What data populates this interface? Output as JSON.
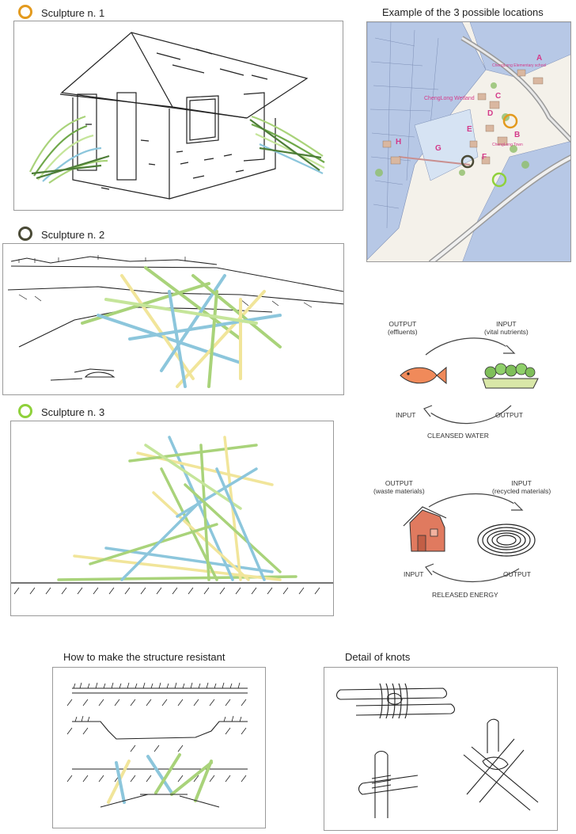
{
  "sculptures": [
    {
      "title": "Sculpture n. 1",
      "ring_color": "#e39a1e"
    },
    {
      "title": "Sculpture n. 2",
      "ring_color": "#4a4a36"
    },
    {
      "title": "Sculpture n. 3",
      "ring_color": "#8fd13b"
    }
  ],
  "map": {
    "title": "Example of the 3 possible locations",
    "place_labels": [
      "ChengLong Wetland",
      "ChengLong Elementary school",
      "ChengLong Town"
    ],
    "letters": [
      "A",
      "B",
      "C",
      "D",
      "E",
      "F",
      "G",
      "H"
    ]
  },
  "cycle_fish": {
    "output_top": "OUTPUT\n(effluents)",
    "input_top": "INPUT\n(vital nutrients)",
    "input_bottom": "INPUT",
    "output_bottom": "OUTPUT",
    "caption": "CLEANSED WATER"
  },
  "cycle_house": {
    "output_top": "OUTPUT\n(waste materials)",
    "input_top": "INPUT\n(recycled materials)",
    "input_bottom": "INPUT",
    "output_bottom": "OUTPUT",
    "caption": "RELEASED ENERGY"
  },
  "bottom": {
    "resistant_title": "How to make the structure resistant",
    "knots_title": "Detail of knots"
  },
  "colors": {
    "stick_green": "#a9d37a",
    "stick_blue": "#8cc6dc",
    "stick_yellow": "#f1e59a",
    "map_water": "#b7c8e6",
    "map_pink": "#d43a8a"
  }
}
